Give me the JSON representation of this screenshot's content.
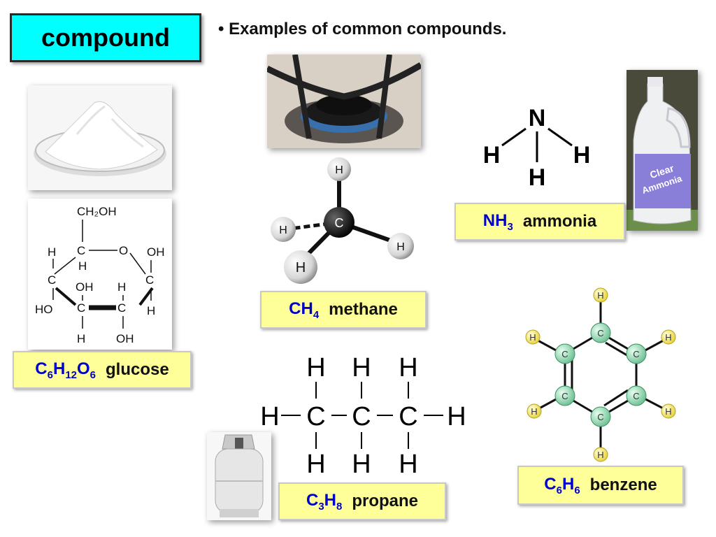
{
  "title": "compound",
  "bullet": "• Examples of common compounds.",
  "labels": {
    "glucose": {
      "f1": "C",
      "s1": "6",
      "f2": "H",
      "s2": "12",
      "f3": "O",
      "s3": "6",
      "name": "glucose"
    },
    "methane": {
      "f1": "CH",
      "s1": "4",
      "name": "methane"
    },
    "ammonia": {
      "f1": "NH",
      "s1": "3",
      "name": "ammonia"
    },
    "propane": {
      "f1": "C",
      "s1": "3",
      "f2": "H",
      "s2": "8",
      "name": "propane"
    },
    "benzene": {
      "f1": "C",
      "s1": "6",
      "f2": "H",
      "s2": "6",
      "name": "benzene"
    }
  },
  "glucose_structure": {
    "ch2oh": "CH₂OH",
    "h": "H",
    "o": "O",
    "oh": "OH",
    "c": "C",
    "ho": "HO"
  },
  "methane_model": {
    "c": "C",
    "h": "H"
  },
  "ammonia_structure": {
    "n": "N",
    "h": "H"
  },
  "propane_structure": {
    "c": "C",
    "h": "H"
  },
  "benzene_model": {
    "c": "C",
    "h": "H"
  },
  "ammonia_bottle": {
    "line1": "Clear",
    "line2": "Ammonia"
  },
  "colors": {
    "title_bg": "#00ffff",
    "label_bg": "#ffff99",
    "formula": "#0000cc"
  }
}
